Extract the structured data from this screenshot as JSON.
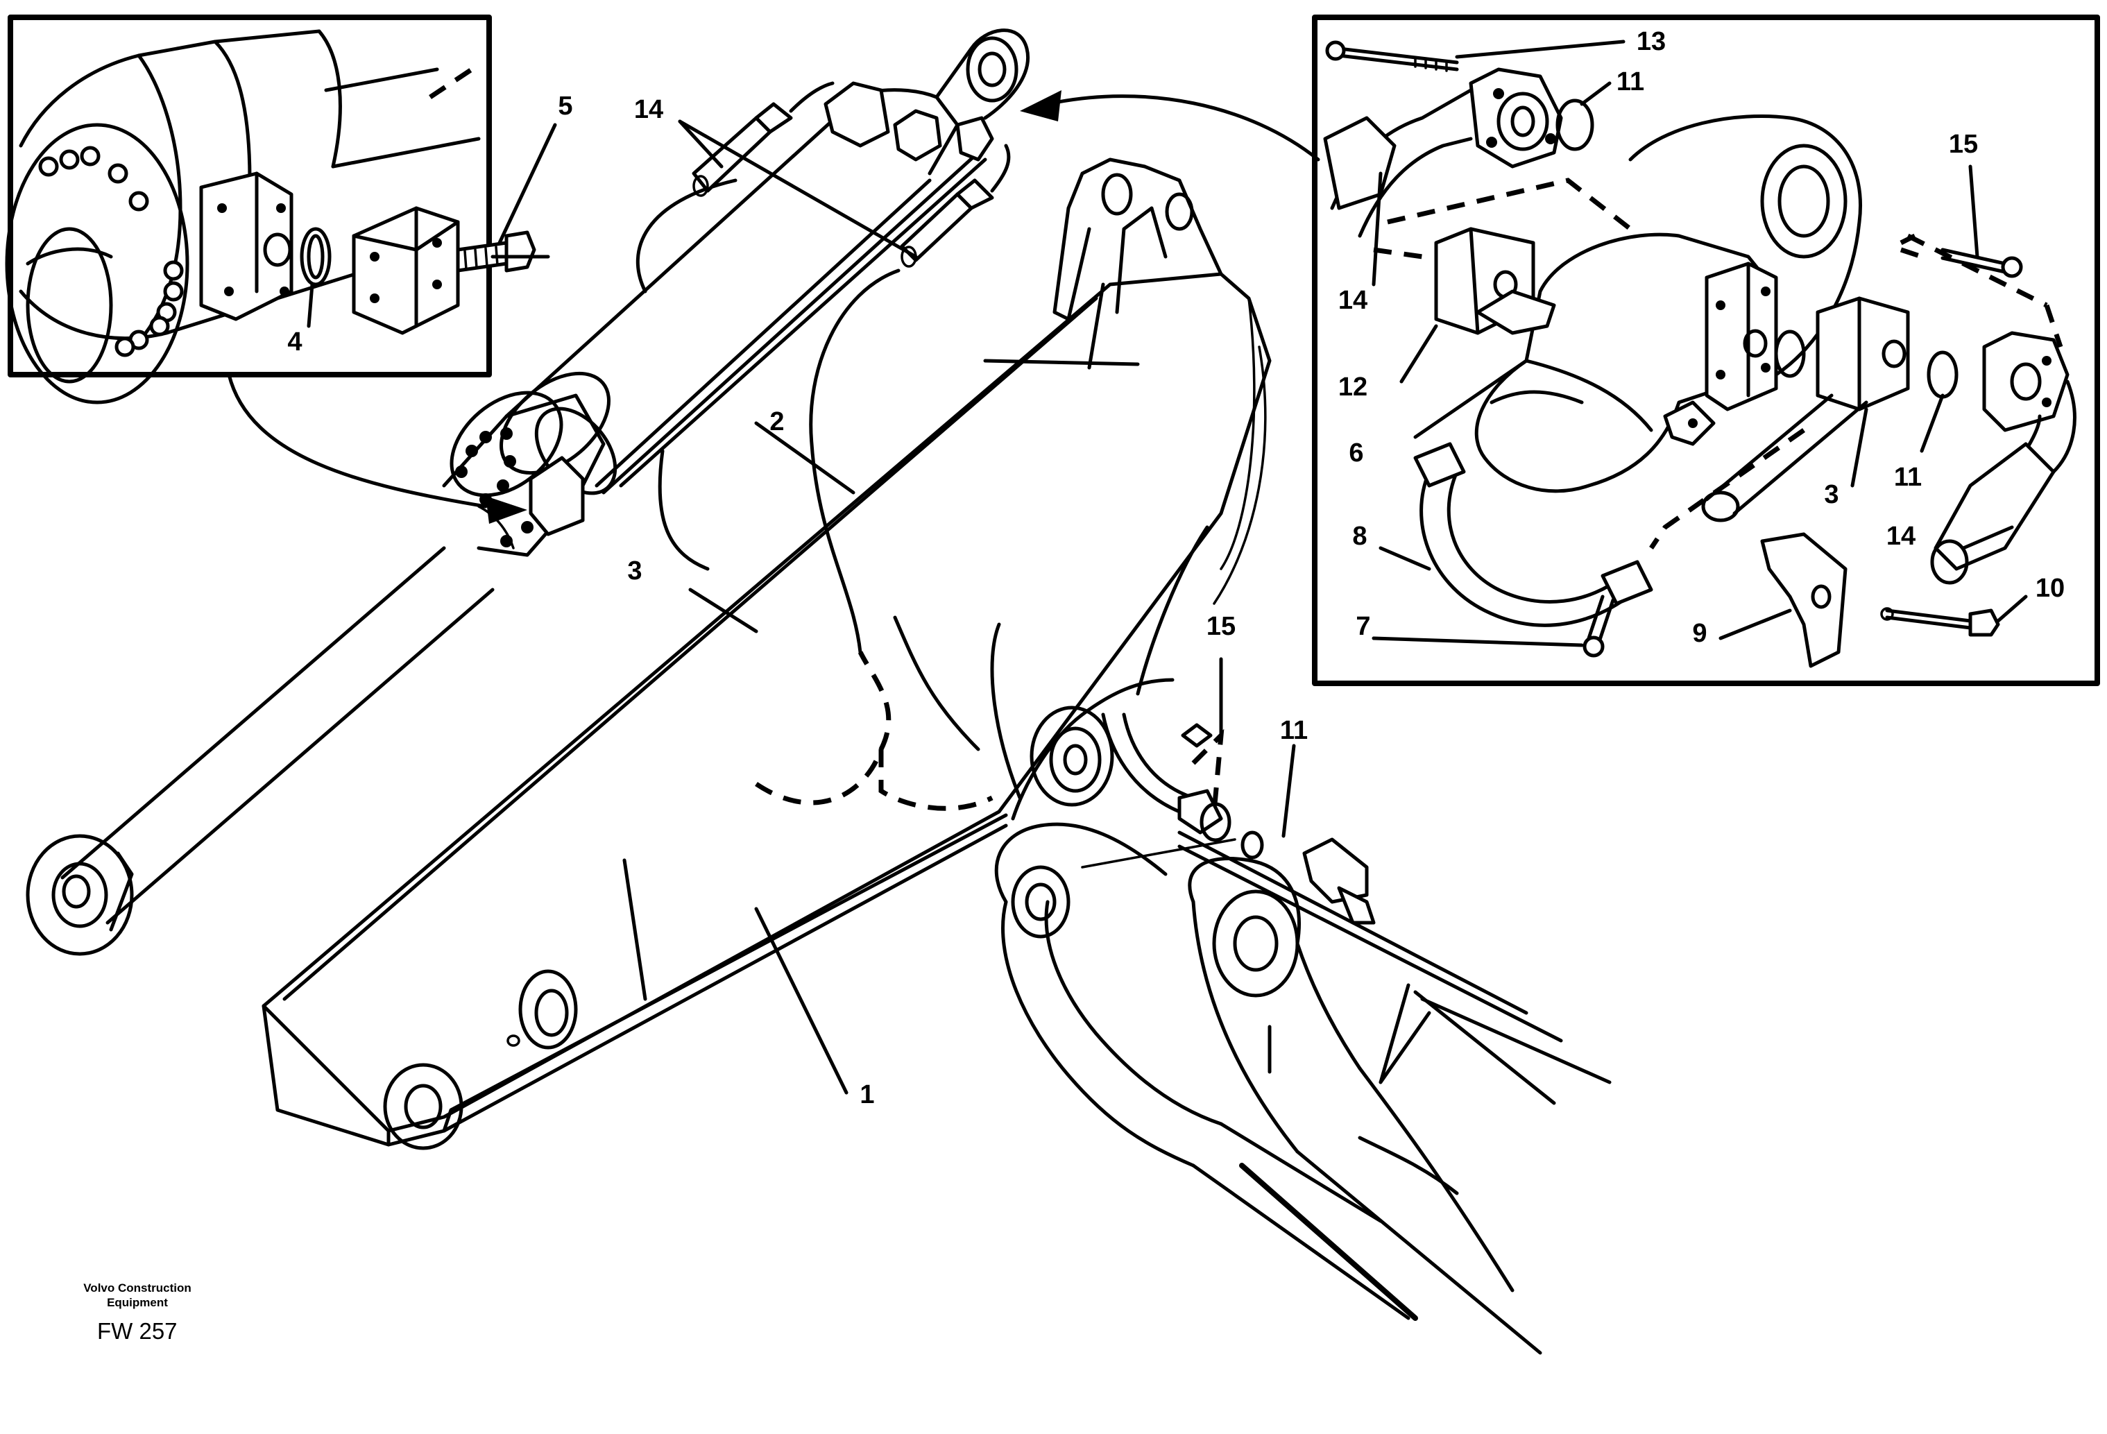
{
  "callouts": {
    "c1": "1",
    "c2": "2",
    "c3": "3",
    "c4": "4",
    "c5": "5",
    "c6": "6",
    "c7": "7",
    "c8": "8",
    "c9": "9",
    "c10": "10",
    "c11": "11",
    "c12": "12",
    "c13": "13",
    "c14": "14",
    "c15": "15"
  },
  "footer": {
    "brand_line1": "Volvo Construction",
    "brand_line2": "Equipment",
    "code": "FW 257"
  }
}
